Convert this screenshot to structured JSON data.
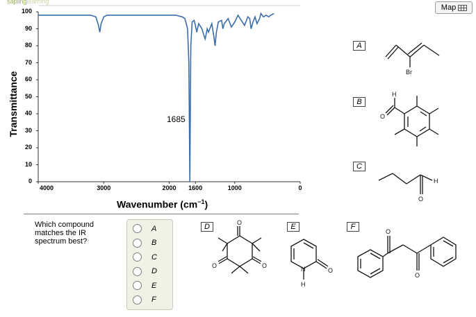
{
  "brand": {
    "part1": "sapling",
    "part2": "learning"
  },
  "map_button": {
    "label": "Map"
  },
  "chart": {
    "ylabel": "Transmittance",
    "xlabel": "Wavenumber (cm",
    "xlabel_sup": "−1",
    "xlabel_close": ")",
    "y_ticks": [
      "100",
      "90",
      "80",
      "70",
      "60",
      "50",
      "40",
      "30",
      "20",
      "10",
      "0"
    ],
    "x_ticks": [
      "4000",
      "3000",
      "2000",
      "1600",
      "1000",
      "0"
    ],
    "peak_label": "1685"
  },
  "chart_data": {
    "type": "line",
    "title": "",
    "xlabel": "Wavenumber (cm−1)",
    "ylabel": "Transmittance",
    "xlim": [
      4000,
      0
    ],
    "ylim": [
      0,
      100
    ],
    "series": [
      {
        "x": [
          4000,
          3800,
          3600,
          3400,
          3200,
          3120,
          3080,
          3060,
          3040,
          3000,
          2950,
          2800,
          2600,
          2400,
          2200,
          2000,
          1900,
          1800,
          1760,
          1720,
          1700,
          1690,
          1685,
          1680,
          1670,
          1650,
          1620,
          1600,
          1580,
          1550,
          1500,
          1470,
          1450,
          1420,
          1400,
          1350,
          1320,
          1300,
          1280,
          1250,
          1200,
          1180,
          1160,
          1100,
          1050,
          1000,
          950,
          900,
          850,
          800,
          770,
          750,
          720,
          690,
          660,
          620,
          600,
          560,
          520,
          480,
          450,
          400
        ],
        "y": [
          98,
          98,
          98,
          98,
          98,
          97,
          92,
          88,
          93,
          97,
          98,
          98,
          98,
          98,
          98,
          98,
          98,
          97,
          96,
          90,
          70,
          25,
          0,
          30,
          80,
          94,
          95,
          92,
          88,
          93,
          90,
          86,
          84,
          90,
          88,
          93,
          86,
          80,
          88,
          94,
          95,
          90,
          93,
          96,
          91,
          94,
          98,
          95,
          92,
          97,
          96,
          90,
          94,
          97,
          93,
          96,
          99,
          97,
          98,
          97,
          98,
          99
        ]
      }
    ],
    "annotations": [
      "1685"
    ],
    "grid": false
  },
  "question": {
    "text": "Which compound matches the IR spectrum best?"
  },
  "options": [
    "A",
    "B",
    "C",
    "D",
    "E",
    "F"
  ],
  "molecules": {
    "A": {
      "label": "A",
      "atoms": [
        "Br"
      ]
    },
    "B": {
      "label": "B",
      "atoms": [
        "H",
        "O"
      ]
    },
    "C": {
      "label": "C",
      "atoms": [
        "H",
        "O"
      ]
    },
    "D": {
      "label": "D",
      "atoms": [
        "O",
        "O",
        "O"
      ]
    },
    "E": {
      "label": "E",
      "atoms": [
        "N",
        "H",
        "O"
      ]
    },
    "F": {
      "label": "F",
      "atoms": [
        "O",
        "O"
      ]
    }
  }
}
